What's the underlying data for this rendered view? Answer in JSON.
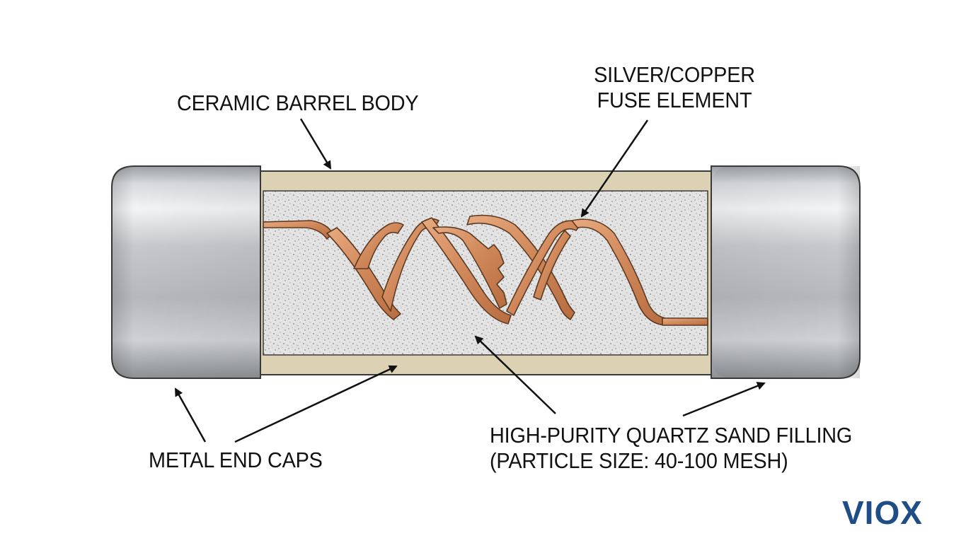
{
  "labels": {
    "barrel": "CERAMIC BARREL BODY",
    "element_line1": "SILVER/COPPER",
    "element_line2": "FUSE ELEMENT",
    "end_caps": "METAL END CAPS",
    "sand_line1": "HIGH-PURITY QUARTZ SAND FILLING",
    "sand_line2": "(PARTICLE SIZE: 40-100 MESH)"
  },
  "brand": {
    "name": "VIOX",
    "color": "#1f4e86"
  },
  "colors": {
    "cap_metal": "#c4c6ca",
    "barrel_ceramic": "#dccfb0",
    "sand": "#dfdfdf",
    "fuse_copper": "#d08a5e",
    "arrow": "#111111"
  }
}
